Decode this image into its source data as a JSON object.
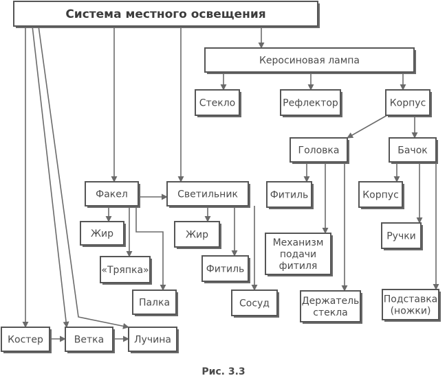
{
  "figure": {
    "caption": "Рис. 3.3",
    "root": {
      "id": "root",
      "label": "Система местного освещения"
    },
    "nodes": [
      {
        "id": "root",
        "lines": [
          "Система местного освещения"
        ]
      },
      {
        "id": "kerosene",
        "lines": [
          "Керосиновая лампа"
        ]
      },
      {
        "id": "glass",
        "lines": [
          "Стекло"
        ]
      },
      {
        "id": "reflector",
        "lines": [
          "Рефлектор"
        ]
      },
      {
        "id": "body",
        "lines": [
          "Корпус"
        ]
      },
      {
        "id": "head",
        "lines": [
          "Головка"
        ]
      },
      {
        "id": "tank",
        "lines": [
          "Бачок"
        ]
      },
      {
        "id": "head_wick",
        "lines": [
          "Фитиль"
        ]
      },
      {
        "id": "tank_body",
        "lines": [
          "Корпус"
        ]
      },
      {
        "id": "wick_mech",
        "lines": [
          "Механизм",
          "подачи",
          "фитиля"
        ]
      },
      {
        "id": "handles",
        "lines": [
          "Ручки"
        ]
      },
      {
        "id": "glass_holder",
        "lines": [
          "Держатель",
          "стекла"
        ]
      },
      {
        "id": "stand",
        "lines": [
          "Подставка",
          "(ножки)"
        ]
      },
      {
        "id": "torch",
        "lines": [
          "Факел"
        ]
      },
      {
        "id": "oil_lamp",
        "lines": [
          "Светильник"
        ]
      },
      {
        "id": "torch_fat",
        "lines": [
          "Жир"
        ]
      },
      {
        "id": "rag",
        "lines": [
          "«Тряпка»"
        ]
      },
      {
        "id": "stick",
        "lines": [
          "Палка"
        ]
      },
      {
        "id": "lamp_fat",
        "lines": [
          "Жир"
        ]
      },
      {
        "id": "lamp_wick",
        "lines": [
          "Фитиль"
        ]
      },
      {
        "id": "vessel",
        "lines": [
          "Сосуд"
        ]
      },
      {
        "id": "bonfire",
        "lines": [
          "Костер"
        ]
      },
      {
        "id": "branch",
        "lines": [
          "Ветка"
        ]
      },
      {
        "id": "splinter",
        "lines": [
          "Лучина"
        ]
      }
    ],
    "edges": [
      [
        "root",
        "kerosene"
      ],
      [
        "root",
        "torch"
      ],
      [
        "root",
        "oil_lamp"
      ],
      [
        "root",
        "bonfire"
      ],
      [
        "root",
        "branch"
      ],
      [
        "root",
        "splinter"
      ],
      [
        "kerosene",
        "glass"
      ],
      [
        "kerosene",
        "reflector"
      ],
      [
        "kerosene",
        "body"
      ],
      [
        "body",
        "head"
      ],
      [
        "body",
        "tank"
      ],
      [
        "head",
        "head_wick"
      ],
      [
        "head",
        "wick_mech"
      ],
      [
        "head",
        "glass_holder"
      ],
      [
        "tank",
        "tank_body"
      ],
      [
        "tank",
        "handles"
      ],
      [
        "tank",
        "stand"
      ],
      [
        "torch",
        "oil_lamp"
      ],
      [
        "torch",
        "torch_fat"
      ],
      [
        "torch",
        "rag"
      ],
      [
        "torch",
        "stick"
      ],
      [
        "oil_lamp",
        "lamp_fat"
      ],
      [
        "oil_lamp",
        "lamp_wick"
      ],
      [
        "oil_lamp",
        "vessel"
      ],
      [
        "bonfire",
        "branch"
      ],
      [
        "branch",
        "splinter"
      ]
    ]
  }
}
